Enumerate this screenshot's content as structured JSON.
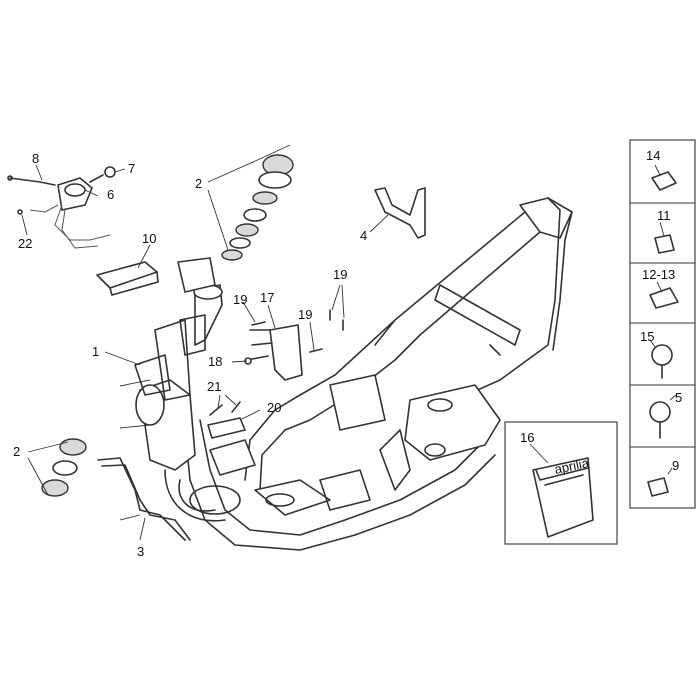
{
  "callouts": {
    "c1": "1",
    "c2a": "2",
    "c2b": "2",
    "c3": "3",
    "c4": "4",
    "c6": "6",
    "c7": "7",
    "c8": "8",
    "c10": "10",
    "c16": "16",
    "c17": "17",
    "c18": "18",
    "c19a": "19",
    "c19b": "19",
    "c19c": "19",
    "c20": "20",
    "c21": "21",
    "c22": "22"
  },
  "side_panel": {
    "items": [
      {
        "label": "14"
      },
      {
        "label": "11"
      },
      {
        "label": "12-13"
      },
      {
        "label": "15"
      },
      {
        "label": "5"
      },
      {
        "label": "9"
      }
    ]
  },
  "bag": {
    "brand": "aprilia"
  }
}
